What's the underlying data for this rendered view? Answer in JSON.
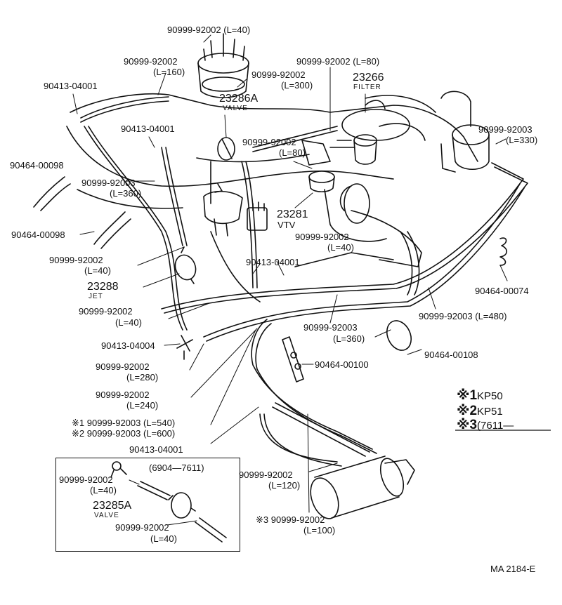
{
  "labels": {
    "hose_40_top": "90999-92002 (L=40)",
    "hose_160_part": "90999-92002",
    "hose_160_len": "(L=160)",
    "valve_clamp_top": "90413-04001",
    "hose_300_part": "90999-92002",
    "hose_300_len": "(L=300)",
    "hose_80_top": "90999-92002 (L=80)",
    "filter_part": "23266",
    "filter_name": "FILTER",
    "valve_part": "23286A",
    "valve_name": "VALVE",
    "clamp_left": "90413-04001",
    "hose_80_mid_part": "90999-92002",
    "hose_80_mid_len": "(L=80)",
    "hose_330_part": "90999-92003",
    "hose_330_len": "(L=330)",
    "clip_98_a": "90464-00098",
    "hose_360_part": "90999-92003",
    "hose_360_len": "(L=360)",
    "vtv_part": "23281",
    "vtv_name": "VTV",
    "clip_98_b": "90464-00098",
    "hose_40_vtv_part": "90999-92002",
    "hose_40_vtv_len": "(L=40)",
    "hose_40_jet_part": "90999-92002",
    "hose_40_jet_len": "(L=40)",
    "clamp_mid": "90413-04001",
    "jet_part": "23288",
    "jet_name": "JET",
    "clip_74": "90464-00074",
    "hose_40_low_part": "90999-92002",
    "hose_40_low_len": "(L=40)",
    "hose_480": "90999-92003 (L=480)",
    "hose_360b_part": "90999-92003",
    "hose_360b_len": "(L=360)",
    "tee_4": "90413-04004",
    "clip_108": "90464-00108",
    "clip_100": "90464-00100",
    "hose_280_part": "90999-92002",
    "hose_280_len": "(L=280)",
    "hose_240_part": "90999-92002",
    "hose_240_len": "(L=240)",
    "hose_540": "※1 90999-92003 (L=540)",
    "hose_600": "※2 90999-92003 (L=600)",
    "clamp_bottom": "90413-04001",
    "hose_120_part": "90999-92002",
    "hose_120_len": "(L=120)",
    "hose_100_part": "※3 90999-92002",
    "hose_100_len": "(L=100)",
    "inset_title": "(6904—7611)",
    "inset_hose1_part": "90999-92002",
    "inset_hose1_len": "(L=40)",
    "inset_valve_part": "23285A",
    "inset_valve_name": "VALVE",
    "inset_hose2_part": "90999-92002",
    "inset_hose2_len": "(L=40)",
    "diagram_id": "MA 2184-E"
  },
  "legend": [
    {
      "mark": "※1",
      "text": "KP50"
    },
    {
      "mark": "※2",
      "text": "KP51"
    },
    {
      "mark": "※3",
      "text": "(7611—"
    }
  ]
}
